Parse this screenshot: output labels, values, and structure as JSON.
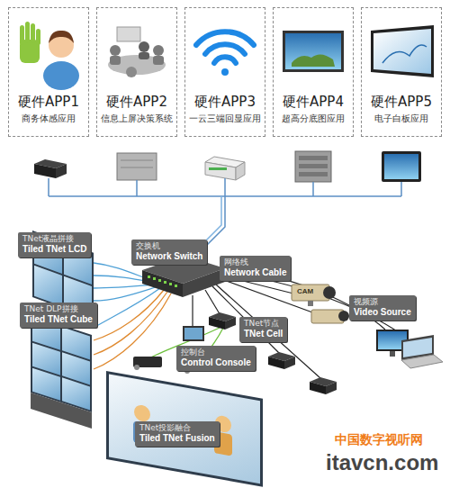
{
  "diagram": {
    "nodes": [
      {
        "text": [
          "硬件APP1",
          "商务体感应用"
        ]
      },
      {
        "text": [
          "硬件APP2",
          "信息上屏决策系统"
        ]
      },
      {
        "text": [
          "硬件APP3",
          "一云三端回显应用"
        ]
      },
      {
        "text": [
          "硬件APP4",
          "超高分底图应用"
        ]
      },
      {
        "text": [
          "硬件APP5",
          "电子白板应用"
        ]
      },
      {
        "text": [
          "TNet液晶拼接",
          "Tiled TNet LCD"
        ]
      },
      {
        "text": [
          "交换机",
          "Network Switch"
        ]
      },
      {
        "text": [
          "网络线",
          "Network Cable"
        ]
      },
      {
        "text": [
          "TNet DLP拼接",
          "Tiled TNet Cube"
        ]
      },
      {
        "text": [
          "TNet节点",
          "TNet Cell"
        ]
      },
      {
        "text": [
          "视频源",
          "Video Source"
        ]
      },
      {
        "text": [
          "控制台",
          "Control Console"
        ]
      },
      {
        "text": [
          "TNet投影融合",
          "Tiled TNet Fusion"
        ]
      }
    ],
    "labels": [
      "CAM",
      "中国数字视听网",
      "itavcn.com"
    ]
  }
}
